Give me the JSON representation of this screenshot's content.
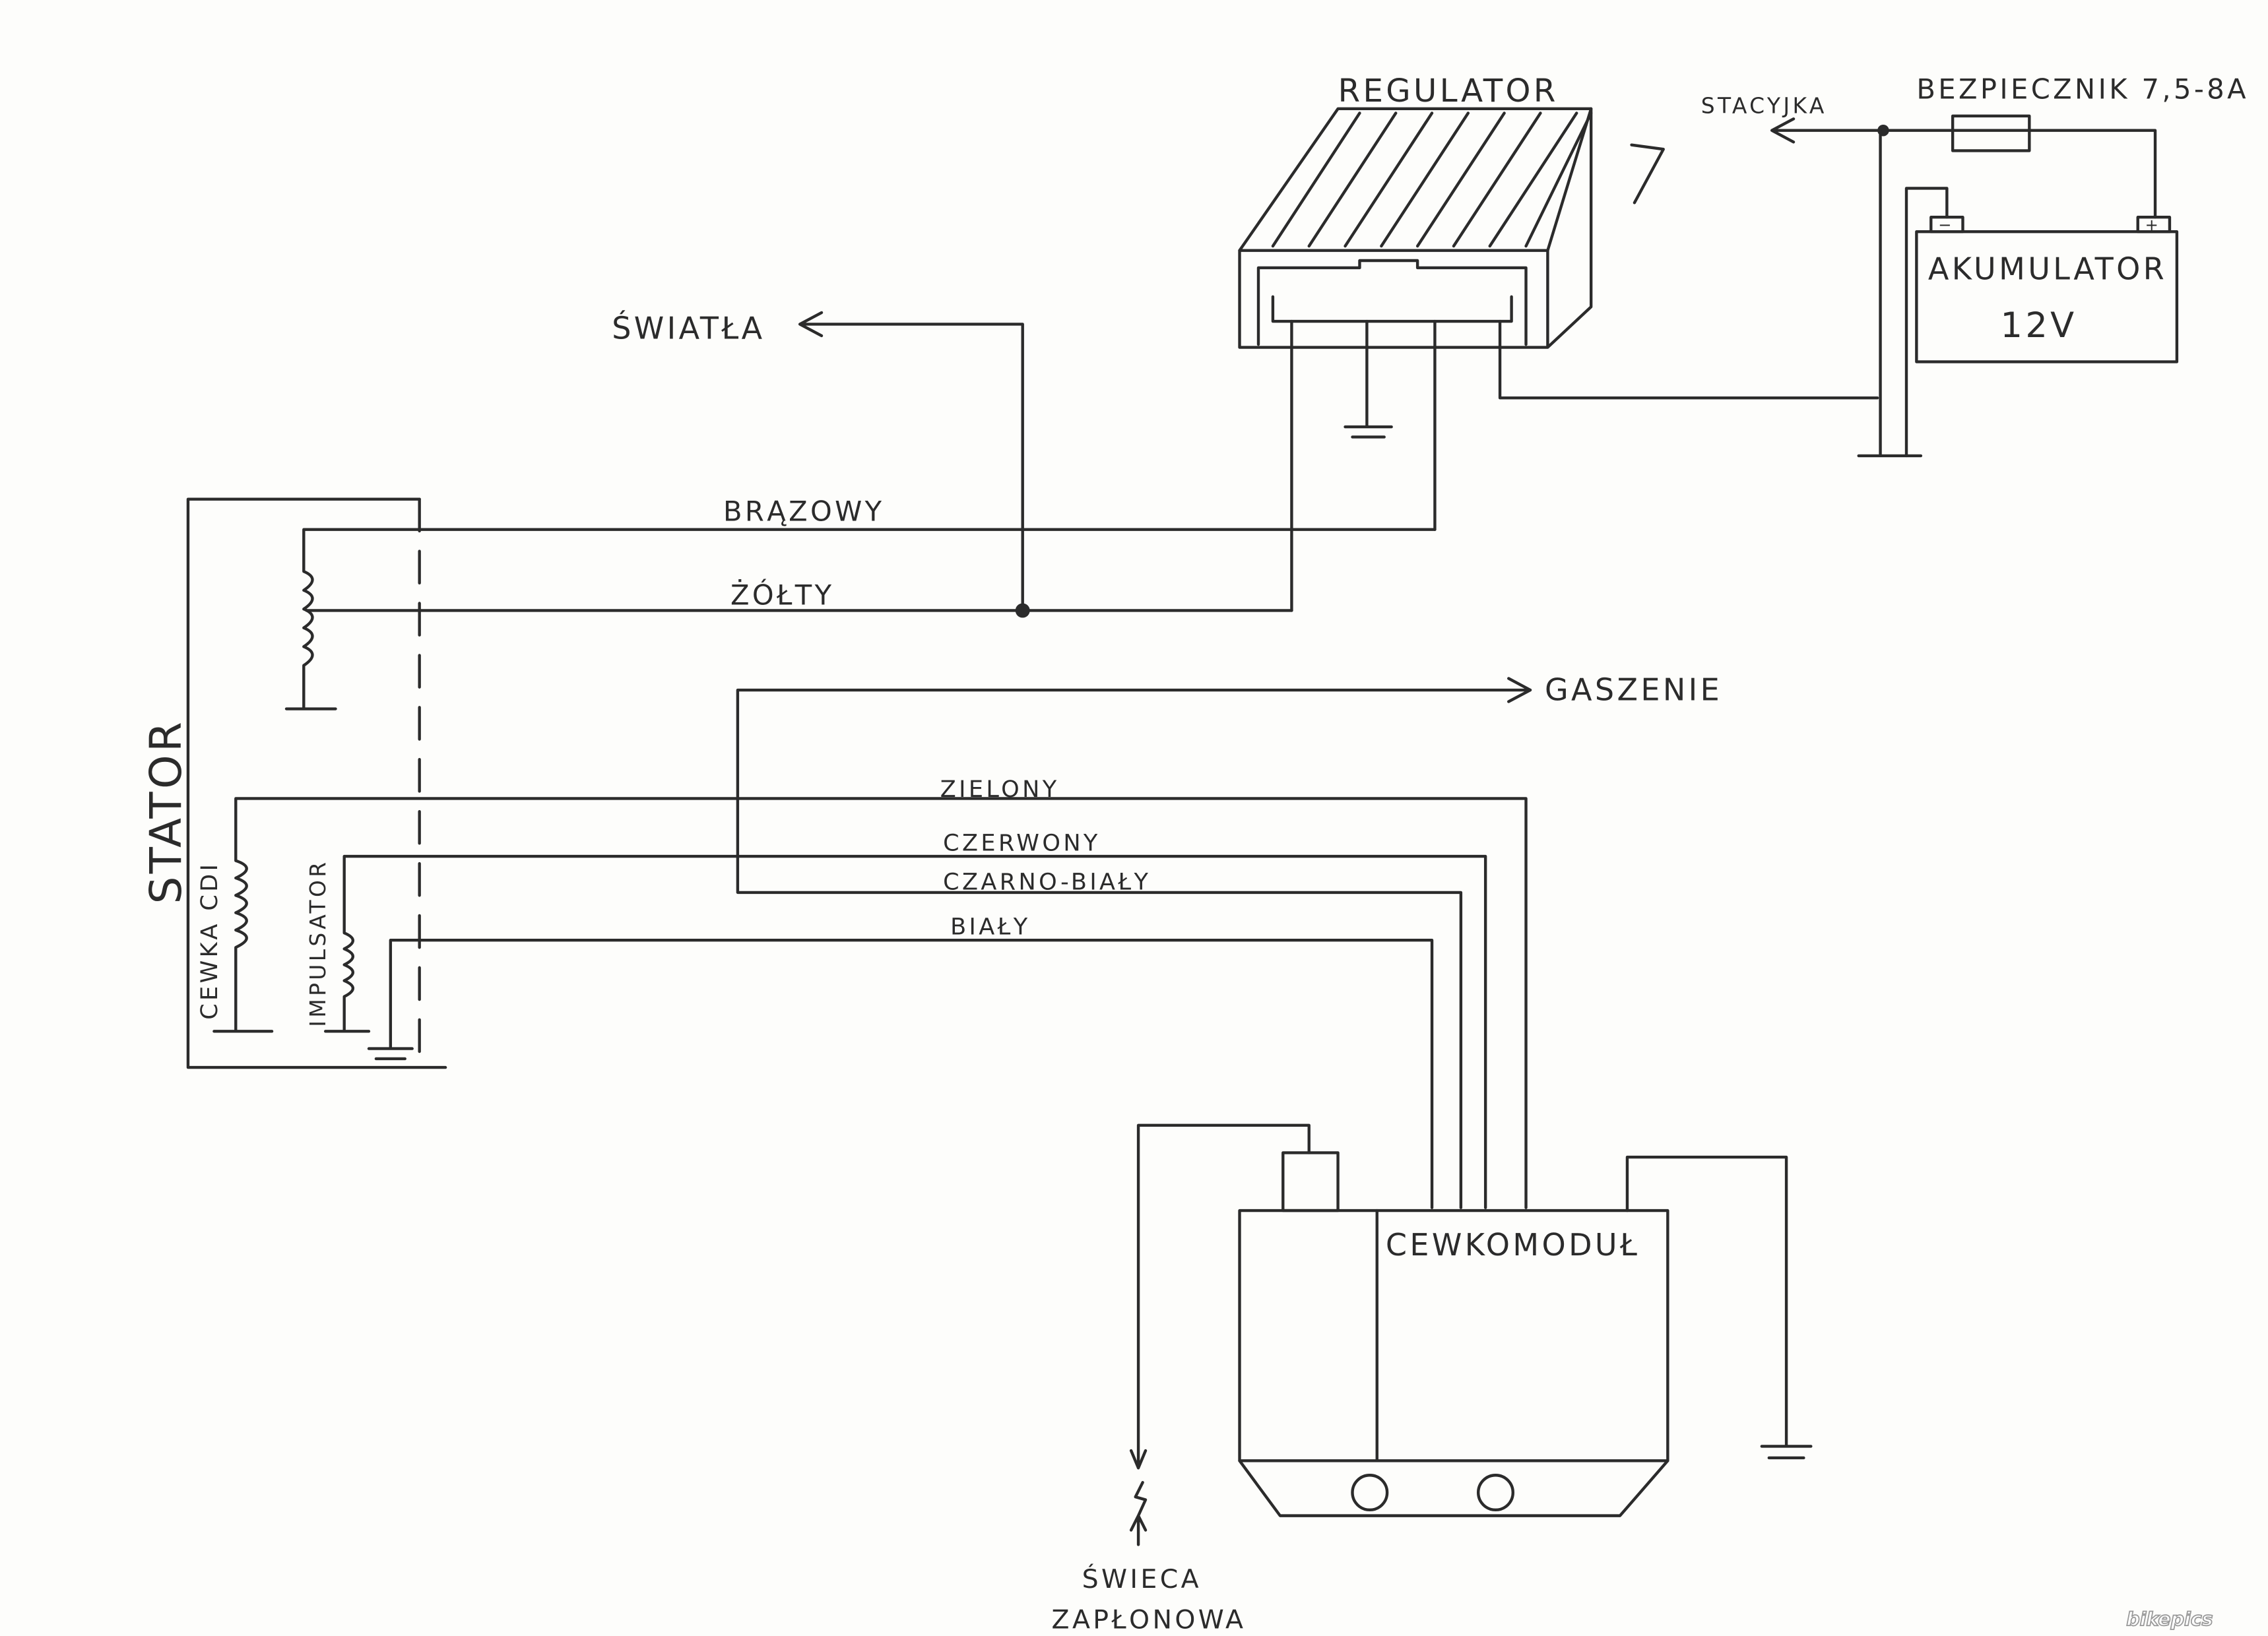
{
  "title": "Wiring diagram (hand drawn)",
  "labels": {
    "regulator": "REGULATOR",
    "stacyjka": "STACYJKA",
    "fuse": "BEZPIECZNIK 7,5-8A",
    "battery": "AKUMULATOR",
    "battery_voltage": "12V",
    "battery_minus": "−",
    "battery_plus": "+",
    "swiatla": "ŚWIATŁA",
    "brazowy": "BRĄZOWY",
    "zolty": "ŻÓŁTY",
    "gaszenie": "GASZENIE",
    "zielony": "ZIELONY",
    "czerwony": "CZERWONY",
    "czarno_bialy": "CZARNO-BIAŁY",
    "bialy": "BIAŁY",
    "stator": "STATOR",
    "cewka_cdi": "CEWKA CDI",
    "impulsator": "IMPULSATOR",
    "cewkomodul": "CEWKOMODUŁ",
    "swieca_1": "ŚWIECA",
    "swieca_2": "ZAPŁONOWA"
  },
  "watermark": "bikepics"
}
